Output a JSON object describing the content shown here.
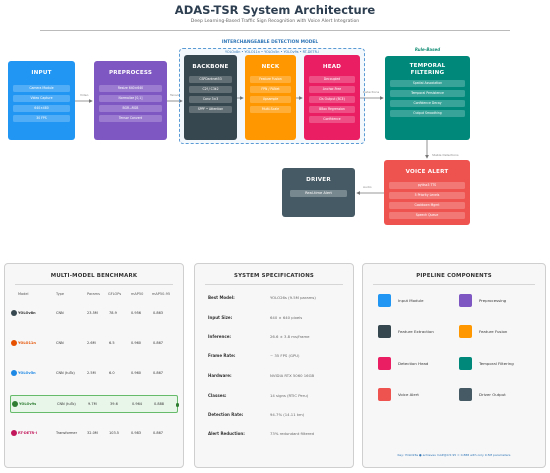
{
  "header": {
    "title": "ADAS-TSR System Architecture",
    "subtitle": "Deep Learning-Based Traffic Sign Recognition with Voice Alert Integration"
  },
  "diagram": {
    "region_title": "INTERCHANGEABLE DETECTION MODEL",
    "region_models": "YOLOv8n • YOLO11n • YOLOv5n • YOLOv9s • RT-DETR-l",
    "rule_based": "Rule-Based",
    "edge_labels": {
      "input_to_pre": "Video",
      "pre_to_back": "Tensor",
      "head_to_temp": "Detections",
      "temp_to_voice": "Stable Detections",
      "voice_to_driver": "Audio"
    },
    "colors": {
      "input": "#2196f3",
      "preprocess": "#7e57c2",
      "backbone": "#37474f",
      "neck": "#ff9800",
      "head": "#e91e63",
      "temporal": "#00897b",
      "voice": "#ef5350",
      "driver": "#455a64"
    },
    "blocks": {
      "input": {
        "title": "INPUT",
        "items": [
          "Camera Module",
          "Video Capture",
          "640×480",
          "30 FPS"
        ]
      },
      "preprocess": {
        "title": "PREPROCESS",
        "items": [
          "Resize 640×640",
          "Normalize [0,1]",
          "BGR→RGB",
          "Tensor Convert"
        ]
      },
      "backbone": {
        "title": "BACKBONE",
        "items": [
          "CSPDarknet53",
          "C2f / C3k2",
          "Conv 3×3",
          "SPPF • Attention"
        ]
      },
      "neck": {
        "title": "NECK",
        "items": [
          "Feature Fusion",
          "FPN / PANet",
          "Upsample",
          "Multi-Scale"
        ]
      },
      "head": {
        "title": "HEAD",
        "items": [
          "Decoupled",
          "Anchor-Free",
          "Cls Output (BCE)",
          "BBox Regression",
          "Confidence"
        ]
      },
      "temporal": {
        "title": "TEMPORAL\nFILTERING",
        "items": [
          "Spatial Association",
          "Temporal Persistence",
          "Confidence Decay",
          "Output Smoothing"
        ]
      },
      "voice": {
        "title": "VOICE ALERT",
        "items": [
          "pyttsx3 TTS",
          "5 Priority Levels",
          "Cooldown Mgmt",
          "Speech Queue"
        ]
      },
      "driver": {
        "title": "DRIVER",
        "items": [
          "Real-time Alert"
        ]
      }
    }
  },
  "benchmark": {
    "title": "MULTI-MODEL BENCHMARK",
    "columns": [
      "Model",
      "Type",
      "Params",
      "GFLOPs",
      "mAP50",
      "mAP50-95"
    ],
    "rows": [
      {
        "model": "YOLOv8n",
        "type": "CNN",
        "params": "23.5M",
        "gflops": "78.9",
        "map50": "0.956",
        "map5095": "0.863",
        "color": "#37474f",
        "best": false
      },
      {
        "model": "YOLO11n",
        "type": "CNN",
        "params": "2.6M",
        "gflops": "6.5",
        "map50": "0.960",
        "map5095": "0.867",
        "color": "#e65100",
        "best": false
      },
      {
        "model": "YOLOv5n",
        "type": "CNN (tuTo)",
        "params": "2.5M",
        "gflops": "6.0",
        "map50": "0.960",
        "map5095": "0.867",
        "color": "#1e88e5",
        "best": false
      },
      {
        "model": "YOLOv9s",
        "type": "CNN (tuTo)",
        "params": "9.7M",
        "gflops": "39.6",
        "map50": "0.964",
        "map5095": "0.888",
        "color": "#2e7d32",
        "best": true
      },
      {
        "model": "RT-DETR-l",
        "type": "Transformer",
        "params": "32.0M",
        "gflops": "103.5",
        "map50": "0.983",
        "map5095": "0.867",
        "color": "#c2185b",
        "best": false
      }
    ]
  },
  "specs": {
    "title": "SYSTEM SPECIFICATIONS",
    "rows": [
      {
        "k": "Best Model:",
        "v": "YOLO26s (9.5M params)"
      },
      {
        "k": "Input Size:",
        "v": "640 × 640 pixels"
      },
      {
        "k": "Inference:",
        "v": "26.6 ± 3.8 ms/frame"
      },
      {
        "k": "Frame Rate:",
        "v": "~ 35 FPS (GPU)"
      },
      {
        "k": "Hardware:",
        "v": "NVIDIA RTX 5060 16GB"
      },
      {
        "k": "Classes:",
        "v": "14 signs (RTIC Peru)"
      },
      {
        "k": "Detection Rate:",
        "v": "94.7% (14.11 km)"
      },
      {
        "k": "Alert Reduction:",
        "v": "73% redundant filtered"
      }
    ]
  },
  "pipeline": {
    "title": "PIPELINE COMPONENTS",
    "legend": [
      {
        "label": "Input Module",
        "color": "#2196f3"
      },
      {
        "label": "Preprocessing",
        "color": "#7e57c2"
      },
      {
        "label": "Feature Extraction",
        "color": "#37474f"
      },
      {
        "label": "Feature Fusion",
        "color": "#ff9800"
      },
      {
        "label": "Detection Head",
        "color": "#e91e63"
      },
      {
        "label": "Temporal Filtering",
        "color": "#00897b"
      },
      {
        "label": "Voice Alert",
        "color": "#ef5350"
      },
      {
        "label": "Driver Output",
        "color": "#455a64"
      }
    ],
    "note": "Key: YOLO26s ● achieves mAP@0.5:95 = 0.888 with only 9.5M parameters"
  }
}
